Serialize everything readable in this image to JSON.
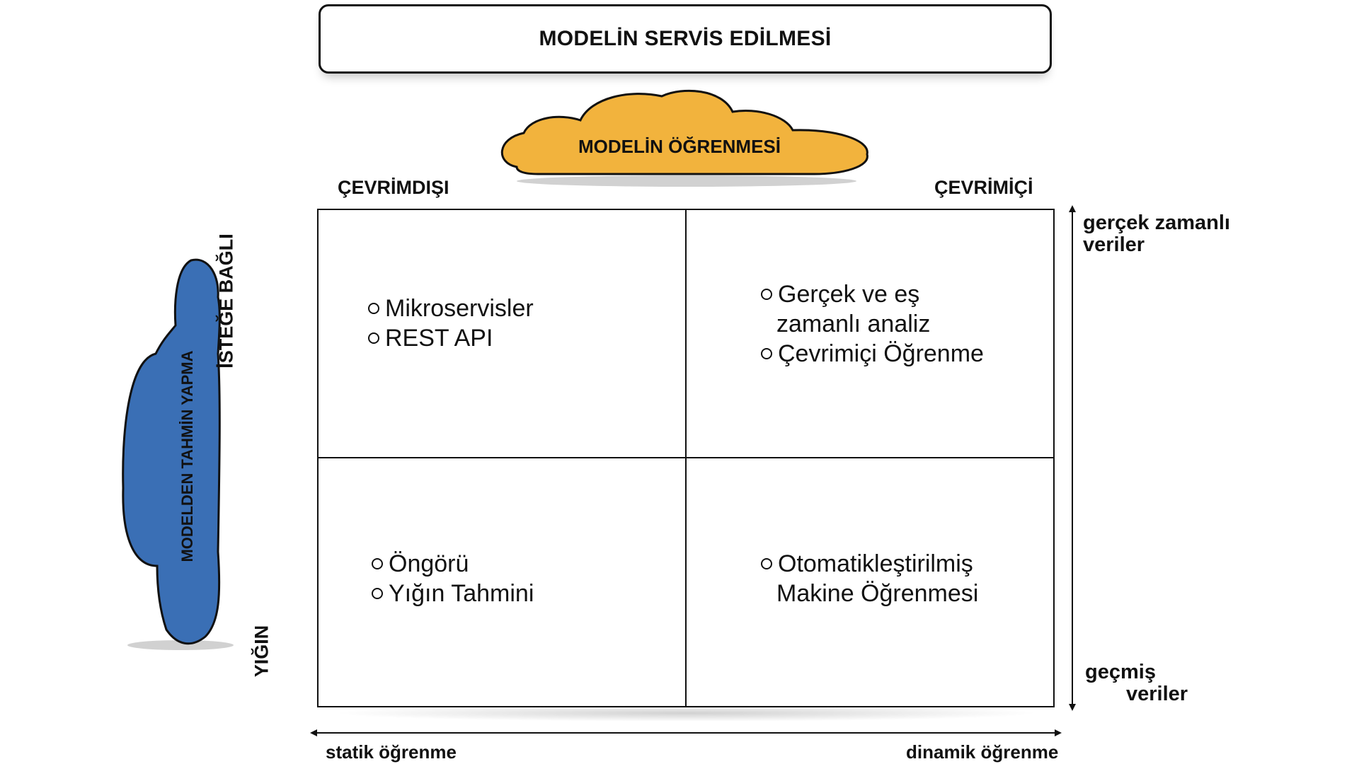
{
  "title": "MODELİN SERVİS EDİLMESİ",
  "learning_cloud": "MODELİN ÖĞRENMESİ",
  "prediction_cloud": "MODELDEN TAHMİN YAPMA",
  "columns": {
    "left": "ÇEVRİMDIŞI",
    "right": "ÇEVRİMİÇİ"
  },
  "rows": {
    "top": "İSTEĞE BAĞLI",
    "bottom": "YIĞIN"
  },
  "right_axis": {
    "top_line1": "gerçek zamanlı",
    "top_line2": "veriler",
    "bottom_line1": "geçmiş",
    "bottom_line2": "veriler"
  },
  "bottom_axis": {
    "left": "statik öğrenme",
    "right": "dinamik öğrenme"
  },
  "quadrants": {
    "top_left": [
      "Mikroservisler",
      "REST API"
    ],
    "top_right": [
      "Gerçek ve eş",
      "zamanlı analiz",
      "Çevrimiçi Öğrenme"
    ],
    "bottom_left": [
      "Öngörü",
      "Yığın Tahmini"
    ],
    "bottom_right": [
      "Otomatikleştirilmiş",
      "Makine Öğrenmesi"
    ]
  },
  "colors": {
    "learning_cloud": "#F2B33D",
    "prediction_cloud": "#3A6FB5",
    "line": "#111111"
  }
}
